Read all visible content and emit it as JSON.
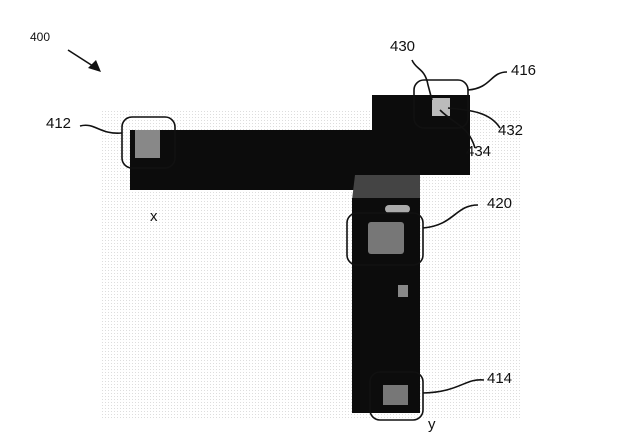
{
  "figure": {
    "number": "400",
    "labels": {
      "l412": "412",
      "l430": "430",
      "l416": "416",
      "l432": "432",
      "l434": "434",
      "l420": "420",
      "l414": "414",
      "axis_x": "x",
      "axis_y": "y"
    }
  }
}
